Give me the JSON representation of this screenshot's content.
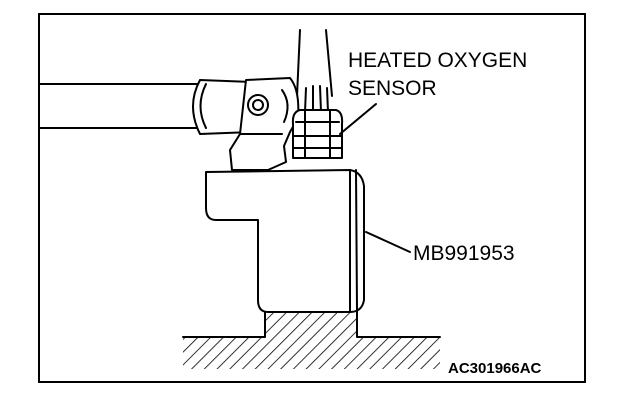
{
  "labels": {
    "sensor_line1": "HEATED OXYGEN",
    "sensor_line2": "SENSOR",
    "tool": "MB991953"
  },
  "figure_code": "AC301966AC",
  "colors": {
    "ink": "#000000",
    "paper": "#ffffff"
  }
}
